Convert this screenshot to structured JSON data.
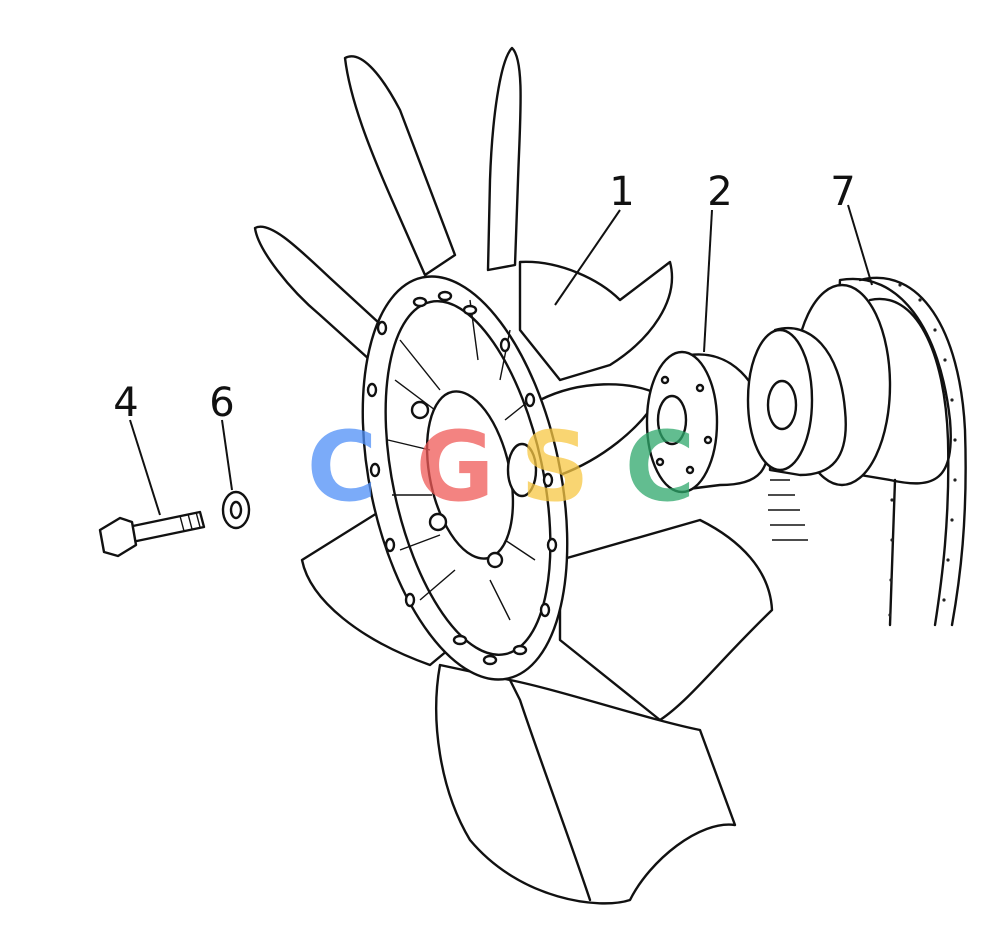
{
  "callouts": [
    {
      "id": "1",
      "label": "1"
    },
    {
      "id": "2",
      "label": "2"
    },
    {
      "id": "7",
      "label": "7"
    },
    {
      "id": "4",
      "label": "4"
    },
    {
      "id": "6",
      "label": "6"
    }
  ],
  "watermark": {
    "text": "CGSC",
    "colors": [
      "#4f8ff7",
      "#ef5a57",
      "#f7c744",
      "#2ea86b"
    ]
  },
  "icons": [
    "fan-blade",
    "fan-hub",
    "fan-clutch",
    "pulley",
    "v-belt",
    "bolt",
    "washer"
  ]
}
